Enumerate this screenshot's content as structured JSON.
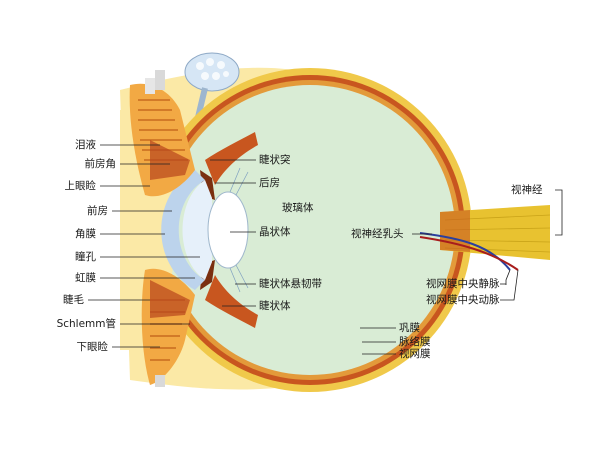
{
  "labels": {
    "tears": "泪液",
    "anterior_chamber_angle": "前房角",
    "upper_eyelid": "上眼睑",
    "anterior_chamber": "前房",
    "cornea": "角膜",
    "pupil": "瞳孔",
    "iris": "虹膜",
    "eyelash": "睫毛",
    "schlemm_canal": "Schlemm管",
    "lower_eyelid": "下眼睑",
    "ciliary_process": "睫状突",
    "posterior_chamber": "后房",
    "vitreous_body": "玻璃体",
    "lens": "晶状体",
    "zonule": "睫状体悬韧带",
    "ciliary_body": "睫状体",
    "optic_disc": "视神经乳头",
    "optic_nerve": "视神经",
    "central_retinal_vein": "视网膜中央静脉",
    "central_retinal_artery": "视网膜中央动脉",
    "sclera": "巩膜",
    "choroid": "脉络膜",
    "retina": "视网膜"
  },
  "colors": {
    "vitreous": "#d9ecd5",
    "sclera": "#f0c94a",
    "choroid": "#c8561f",
    "retina": "#e39a3a",
    "orbit_fat": "#fbe9a6",
    "cornea": "#bcd3ec",
    "nerve": "#e8c230"
  }
}
